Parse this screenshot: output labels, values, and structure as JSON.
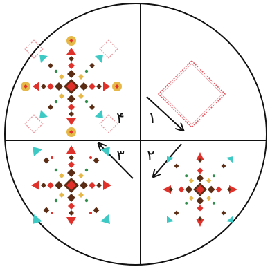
{
  "colors": {
    "outline": "#111111",
    "red": "#e0312b",
    "brown": "#5a2d14",
    "teal": "#3fc9c4",
    "gold": "#e6b84a",
    "pink": "#e89aa0",
    "lavender": "#c7b8e6",
    "green": "#2f8f4a",
    "cream": "#e8d9a8"
  },
  "steps": [
    {
      "id": "1",
      "label": "۱"
    },
    {
      "id": "2",
      "label": "۲"
    },
    {
      "id": "3",
      "label": "۳"
    },
    {
      "id": "4",
      "label": "۴"
    }
  ],
  "quadrants": [
    {
      "id": "top-right",
      "stage": "square-outline"
    },
    {
      "id": "bottom-right",
      "stage": "small-motif"
    },
    {
      "id": "bottom-left",
      "stage": "medium-motif"
    },
    {
      "id": "top-left",
      "stage": "full-motif"
    }
  ]
}
